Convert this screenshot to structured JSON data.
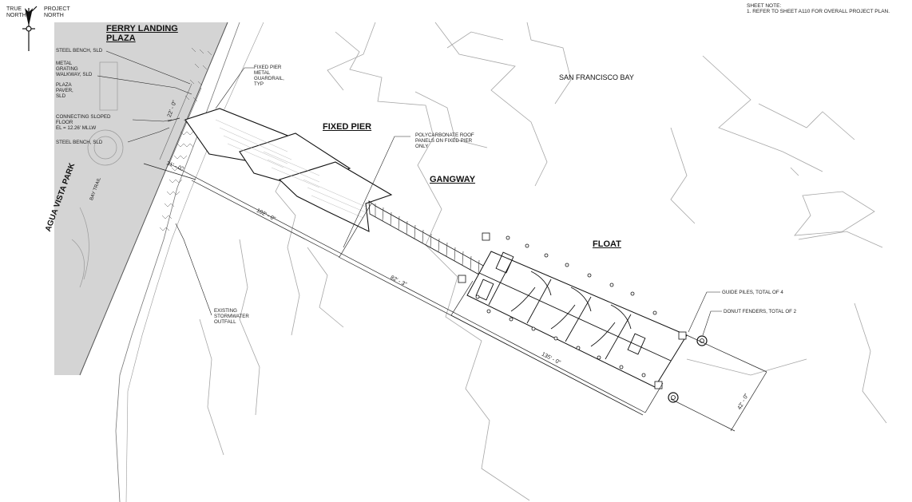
{
  "north": {
    "true_label": "TRUE\nNORTH",
    "project_label": "PROJECT\nNORTH"
  },
  "sheet_note": {
    "title": "SHEET NOTE:",
    "line1": "1. REFER TO SHEET A110 FOR OVERALL PROJECT PLAN."
  },
  "titles": {
    "ferry_plaza": "FERRY LANDING\nPLAZA",
    "fixed_pier": "FIXED PIER",
    "gangway": "GANGWAY",
    "float": "FLOAT",
    "bay": "SAN FRANCISCO BAY",
    "park": "AGUA VISTA PARK",
    "bay_trail": "BAY TRAIL"
  },
  "callouts": {
    "steel_bench_1": "STEEL BENCH, SLD",
    "metal_grating": "METAL\nGRATING\nWALKWAY, SLD",
    "plaza_paver": "PLAZA\nPAVER,\nSLD",
    "sloped_floor": "CONNECTING SLOPED\nFLOOR\nEL = 12.26' MLLW",
    "steel_bench_2": "STEEL BENCH, SLD",
    "guardrail": "FIXED PIER\nMETAL\nGUARDRAIL,\nTYP",
    "roof_panels": "POLYCARBONATE ROOF\nPANELS ON FIXED PIER\nONLY",
    "outfall": "EXISTING\nSTORMWATER\nOUTFALL",
    "guide_piles": "GUIDE PILES, TOTAL OF 4",
    "donut_fenders": "DONUT FENDERS, TOTAL OF 2"
  },
  "dimensions": {
    "d22": "22' - 0\"",
    "d31": "31' - 0\"",
    "d102": "102' - 0\"",
    "d82": "82' - 3\"",
    "d135": "135' - 0\"",
    "d42": "42' - 0\""
  },
  "colors": {
    "land": "#d3d3d3",
    "linework": "#111111",
    "contours": "#9a9a9a"
  }
}
